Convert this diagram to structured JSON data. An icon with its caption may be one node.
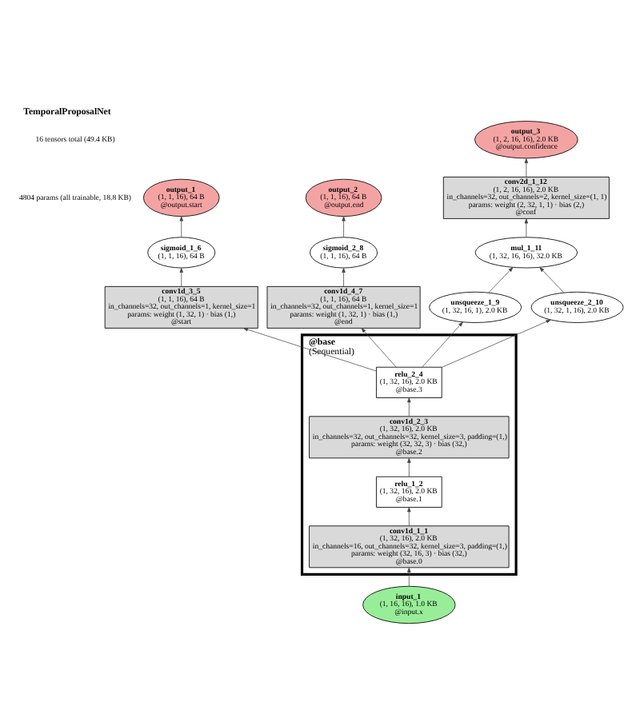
{
  "diagram": {
    "title": "TemporalProposalNet",
    "nodes": [
      {
        "text": [
          "output_3",
          "(1, 2, 16, 16), 2.0 KB",
          "@output.confidence"
        ]
      },
      {
        "text": [
          "output_1",
          "(1, 1, 16), 64 B",
          "@output.start"
        ]
      },
      {
        "text": [
          "output_2",
          "(1, 1, 16), 64 B",
          "@output.end"
        ]
      },
      {
        "text": [
          "conv2d_1_12",
          "(1, 2, 16, 16), 2.0 KB",
          "in_channels=32, out_channels=2, kernel_size=(1, 1)",
          "params: weight (2, 32, 1, 1) · bias (2,)",
          "@conf"
        ]
      },
      {
        "text": [
          "sigmoid_1_6",
          "(1, 1, 16), 64 B"
        ]
      },
      {
        "text": [
          "sigmoid_2_8",
          "(1, 1, 16), 64 B"
        ]
      },
      {
        "text": [
          "mul_1_11",
          "(1, 32, 16, 16), 32.0 KB"
        ]
      },
      {
        "text": [
          "conv1d_3_5",
          "(1, 1, 16), 64 B",
          "in_channels=32, out_channels=1, kernel_size=1",
          "params: weight (1, 32, 1) · bias (1,)",
          "@start"
        ]
      },
      {
        "text": [
          "conv1d_4_7",
          "(1, 1, 16), 64 B",
          "in_channels=32, out_channels=1, kernel_size=1",
          "params: weight (1, 32, 1) · bias (1,)",
          "@end"
        ]
      },
      {
        "text": [
          "unsqueeze_1_9",
          "(1, 32, 16, 1), 2.0 KB"
        ]
      },
      {
        "text": [
          "unsqueeze_2_10",
          "(1, 32, 1, 16), 2.0 KB"
        ]
      },
      {
        "text": [
          "@base",
          "(Sequential)"
        ]
      },
      {
        "text": [
          "relu_2_4",
          "(1, 32, 16), 2.0 KB",
          "@base.3"
        ],
        "in": 11
      },
      {
        "text": [
          "conv1d_2_3",
          "(1, 32, 16), 2.0 KB",
          "in_channels=32, out_channels=32, kernel_size=3, padding=(1,)",
          "params: weight (32, 32, 3) · bias (32,)",
          "@base.2"
        ],
        "in": 11
      },
      {
        "text": [
          "relu_1_2",
          "(1, 32, 16), 2.0 KB",
          "@base.1"
        ],
        "in": 11
      },
      {
        "text": [
          "conv1d_1_1",
          "(1, 32, 16), 2.0 KB",
          "in_channels=16, out_channels=32, kernel_size=3, padding=(1,)",
          "params: weight (32, 16, 3) · bias (32,)",
          "@base.0"
        ],
        "in": 11
      },
      {
        "text": [
          "input_1",
          "(1, 16, 16), 1.0 KB",
          "@input.x"
        ]
      }
    ],
    "edges": [
      {
        "from": 16,
        "to": 15,
        "arrow": "to"
      },
      {
        "from": 15,
        "to": 14,
        "arrow": "to"
      },
      {
        "from": 14,
        "to": 13,
        "arrow": "to"
      },
      {
        "from": 13,
        "to": 12,
        "arrow": "to"
      },
      {
        "from": 12,
        "to": 7,
        "arrow": "to"
      },
      {
        "from": 12,
        "to": 8,
        "arrow": "to"
      },
      {
        "from": 12,
        "to": 9,
        "arrow": "to"
      },
      {
        "from": 12,
        "to": 10,
        "arrow": "to"
      },
      {
        "from": 7,
        "to": 4,
        "arrow": "to"
      },
      {
        "from": 4,
        "to": 1,
        "arrow": "to"
      },
      {
        "from": 8,
        "to": 5,
        "arrow": "to"
      },
      {
        "from": 5,
        "to": 2,
        "arrow": "to"
      },
      {
        "from": 9,
        "to": 6,
        "arrow": "to"
      },
      {
        "from": 10,
        "to": 6,
        "arrow": "to"
      },
      {
        "from": 6,
        "to": 3,
        "arrow": "to"
      },
      {
        "from": 3,
        "to": 0,
        "arrow": "to"
      }
    ],
    "labels": [
      "16 tensors total (49.4 KB)",
      "4804 params (all trainable, 18.8 KB)"
    ]
  }
}
